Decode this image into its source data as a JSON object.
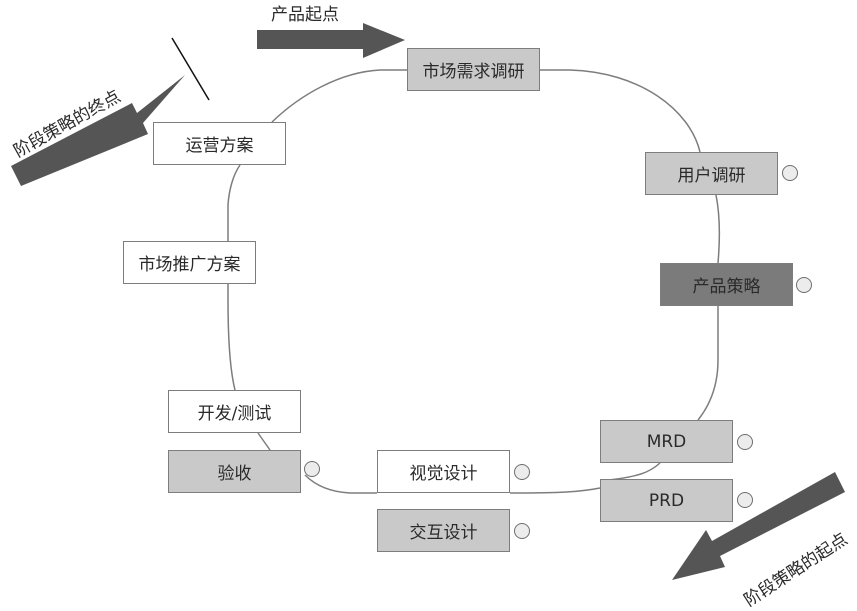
{
  "title_labels": {
    "product_start": "产品起点",
    "stage_strategy_end": "阶段策略的终点",
    "stage_strategy_start": "阶段策略的起点"
  },
  "nodes": {
    "market_research": "市场需求调研",
    "user_research": "用户调研",
    "product_strategy": "产品策略",
    "mrd": "MRD",
    "prd": "PRD",
    "visual_design": "视觉设计",
    "interaction_design": "交互设计",
    "acceptance": "验收",
    "dev_test": "开发/测试",
    "marketing_plan": "市场推广方案",
    "operations_plan": "运营方案"
  },
  "colors": {
    "node_gray": "#c9c9c9",
    "node_dark": "#7b7b7b",
    "node_white": "#ffffff",
    "arrow": "#555555",
    "line": "#7d7d7d"
  }
}
